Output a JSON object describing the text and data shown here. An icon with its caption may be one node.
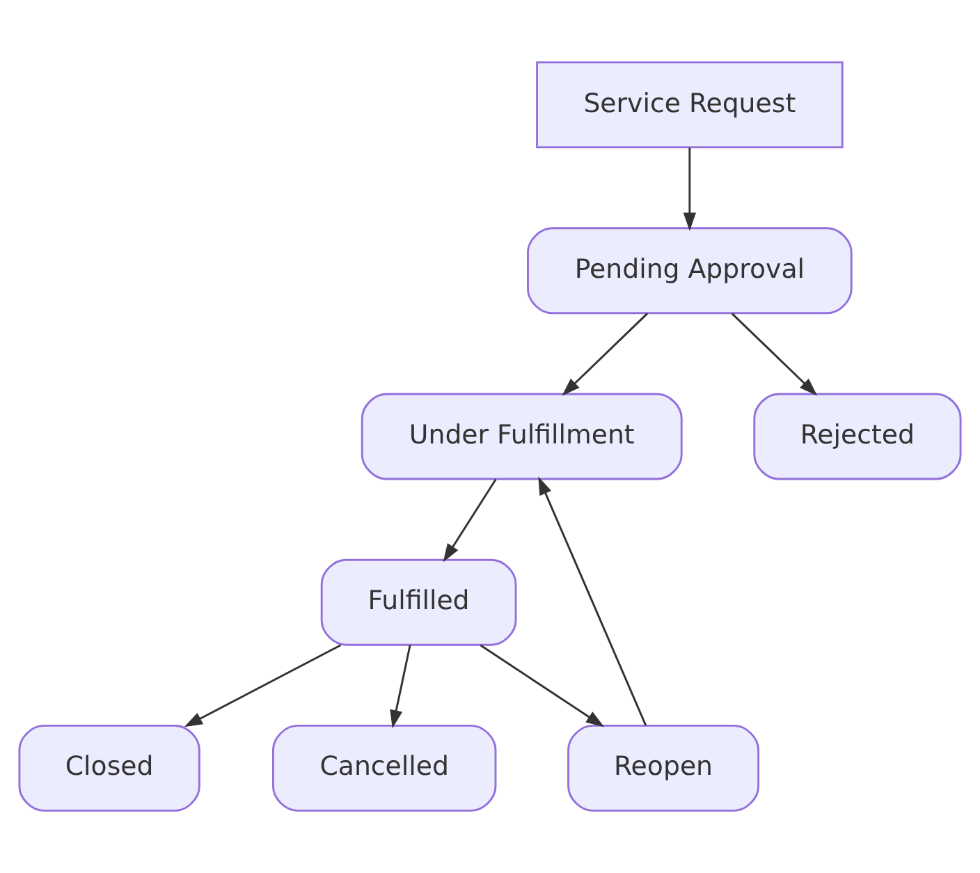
{
  "diagram": {
    "nodes": [
      {
        "text": [
          "Service Request"
        ]
      },
      {
        "text": [
          "Pending Approval"
        ]
      },
      {
        "text": [
          "Under Fulfillment"
        ]
      },
      {
        "text": [
          "Rejected"
        ]
      },
      {
        "text": [
          "Fulfilled"
        ]
      },
      {
        "text": [
          "Closed"
        ]
      },
      {
        "text": [
          "Cancelled"
        ]
      },
      {
        "text": [
          "Reopen"
        ]
      }
    ],
    "edges": [
      {
        "from": 0,
        "to": 1,
        "arrow": "to"
      },
      {
        "from": 1,
        "to": 2,
        "arrow": "to"
      },
      {
        "from": 1,
        "to": 3,
        "arrow": "to"
      },
      {
        "from": 2,
        "to": 4,
        "arrow": "to"
      },
      {
        "from": 4,
        "to": 5,
        "arrow": "to"
      },
      {
        "from": 4,
        "to": 6,
        "arrow": "to"
      },
      {
        "from": 4,
        "to": 7,
        "arrow": "to"
      },
      {
        "from": 7,
        "to": 2,
        "arrow": "to"
      }
    ]
  }
}
